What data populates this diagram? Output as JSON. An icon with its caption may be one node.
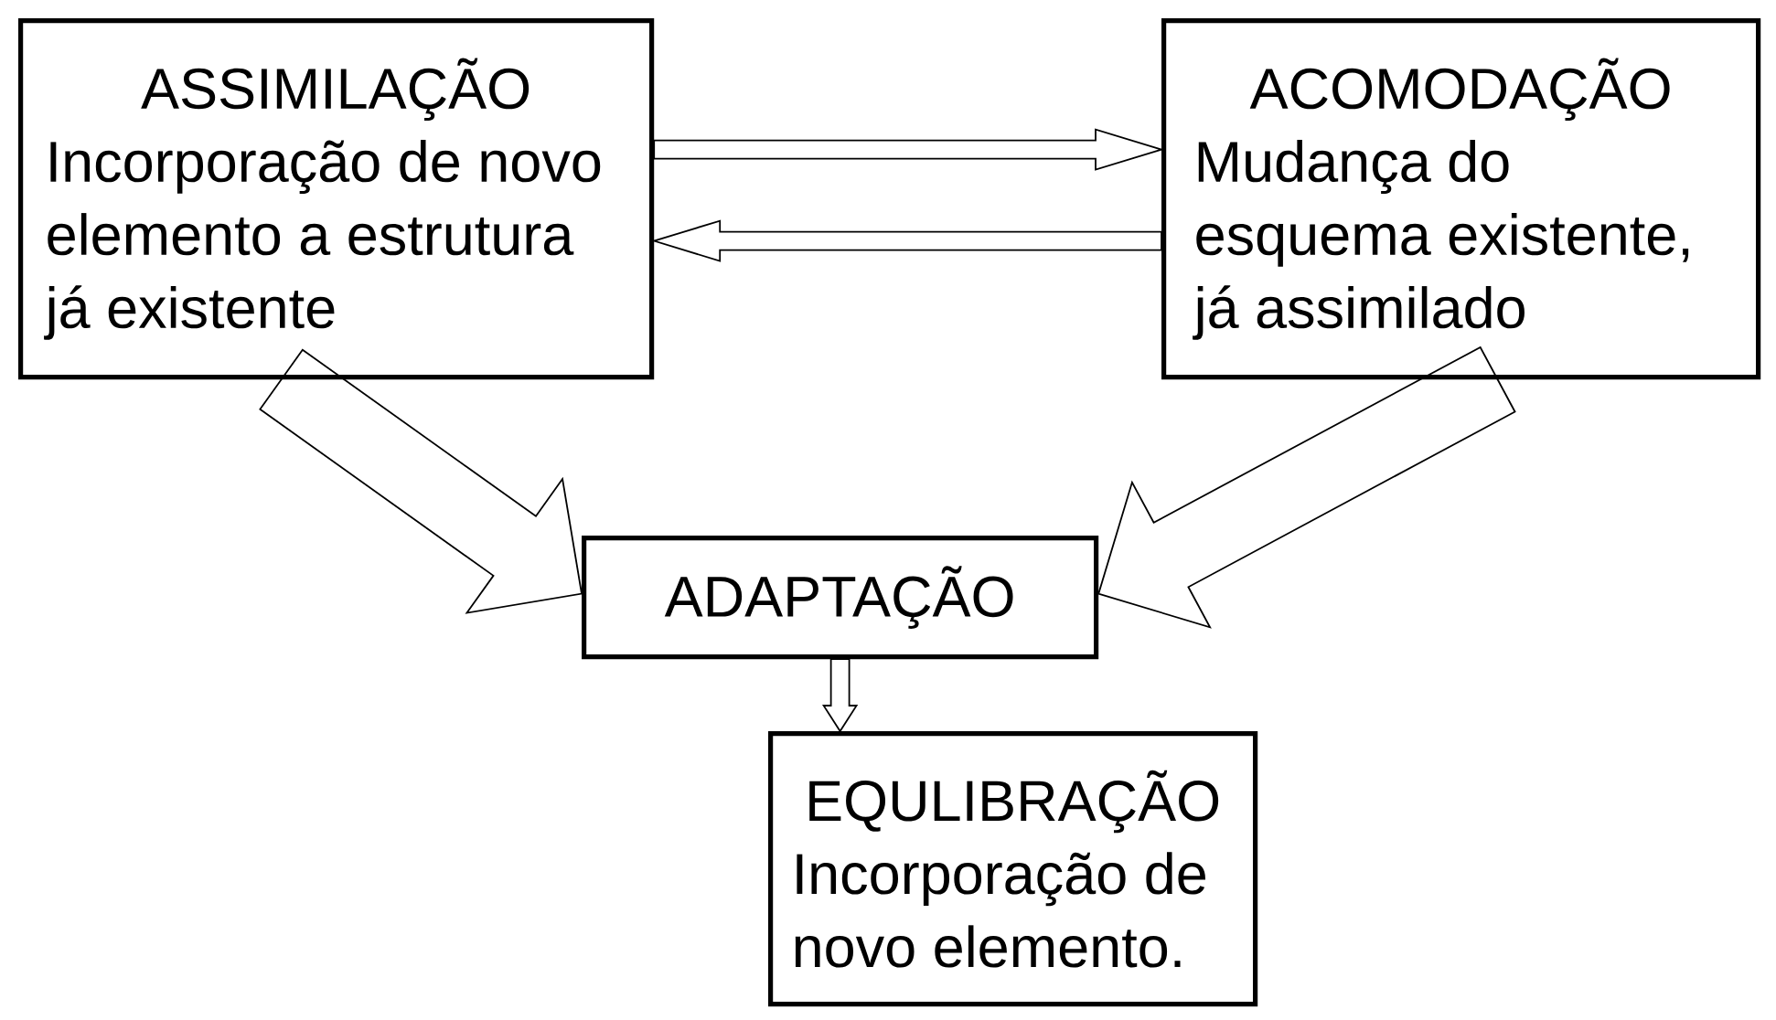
{
  "diagram": {
    "nodes": [
      {
        "text": [
          "ASSIMILAÇÃO",
          "Incorporação de novo elemento a estrutura já existente"
        ]
      },
      {
        "text": [
          "ACOMODAÇÃO",
          "Mudança do esquema existente, já assimilado"
        ]
      },
      {
        "text": [
          "ADAPTAÇÃO"
        ]
      },
      {
        "text": [
          "EQULIBRAÇÃO",
          "Incorporação de novo elemento."
        ]
      }
    ],
    "edges": [
      {
        "from": 0,
        "to": 1,
        "arrow": "to"
      },
      {
        "from": 1,
        "to": 0,
        "arrow": "to"
      },
      {
        "from": 0,
        "to": 2,
        "arrow": "to",
        "style": "thick"
      },
      {
        "from": 1,
        "to": 2,
        "arrow": "to",
        "style": "thick"
      },
      {
        "from": 2,
        "to": 3,
        "arrow": "to"
      }
    ]
  }
}
